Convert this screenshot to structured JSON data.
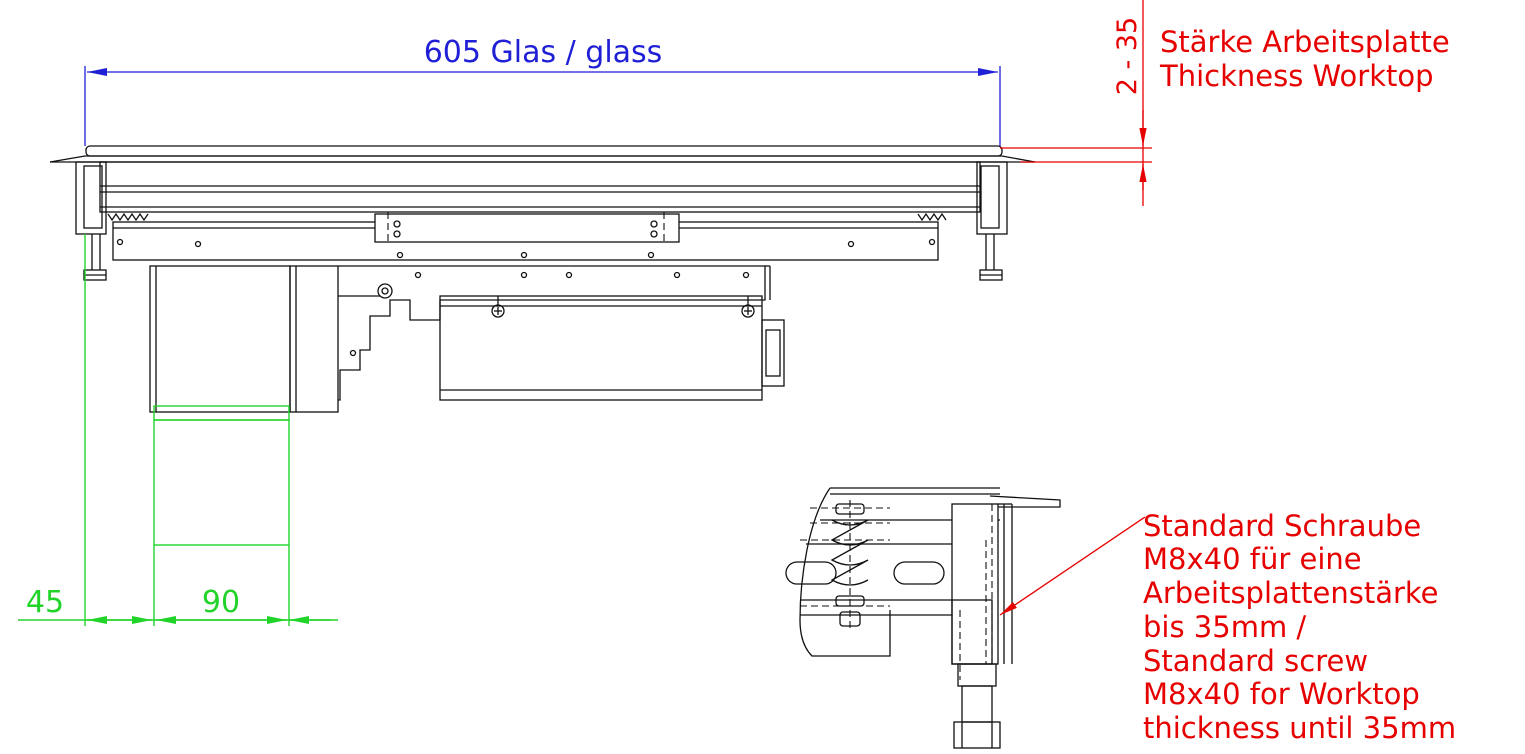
{
  "dimensions": {
    "glass_width": "605 Glas / glass",
    "left_offset": "45",
    "box_width": "90",
    "worktop_range": "2 - 35"
  },
  "labels": {
    "worktop_de": "Stärke Arbeitsplatte",
    "worktop_en": "Thickness Worktop",
    "screw_lines": [
      "Standard Schraube",
      "M8x40 für eine",
      "Arbeitsplattenstärke",
      "bis 35mm /",
      "Standard screw",
      "M8x40 for Worktop",
      "thickness until 35mm"
    ]
  },
  "colors": {
    "dimension_blue": "#1f1fd6",
    "dimension_green": "#22d42a",
    "annotation_red": "#e60000",
    "line_black": "#111111"
  }
}
